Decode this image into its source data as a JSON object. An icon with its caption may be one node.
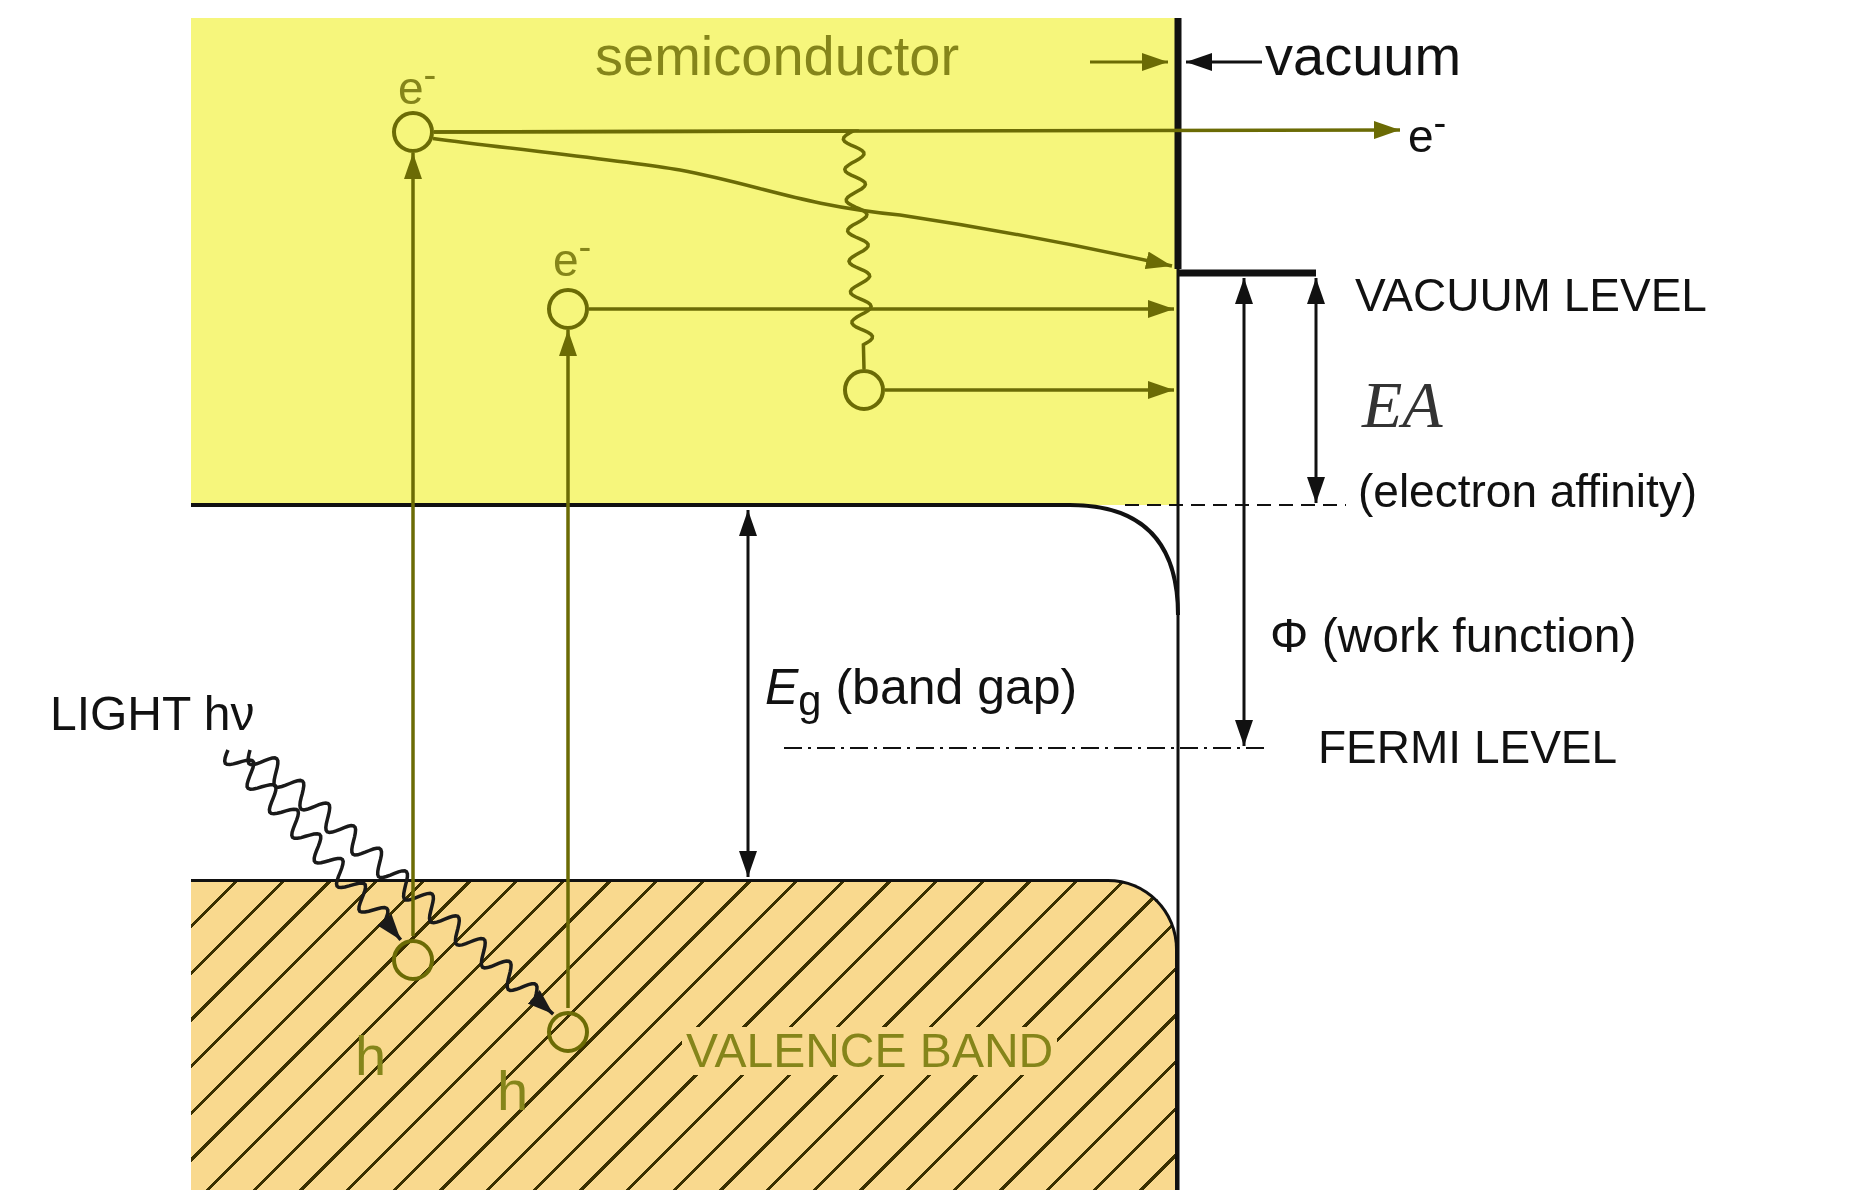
{
  "diagram": {
    "nodes": [
      {
        "text": [
          "LIGHT hν"
        ]
      },
      {
        "text": [],
        "shape": "circle",
        "beside": [
          "e$^{-}$"
        ]
      },
      {
        "text": [],
        "shape": "circle",
        "beside": [
          "e$^{-}$"
        ]
      },
      {
        "text": [],
        "shape": "circle"
      },
      {
        "text": [
          "VALENCE BAND"
        ]
      },
      {
        "text": [],
        "shape": "circle",
        "in": 4,
        "beside": [
          "h"
        ]
      },
      {
        "text": [],
        "shape": "circle",
        "in": 4,
        "beside": [
          "h"
        ]
      },
      {
        "text": [
          "e$^{-}$"
        ]
      }
    ],
    "edges": [
      {
        "from": 0,
        "to": 5,
        "arrow": "to",
        "color": "#1a1a1a"
      },
      {
        "from": 0,
        "to": 6,
        "arrow": "to",
        "color": "#1a1a1a"
      },
      {
        "from": 5,
        "to": 1,
        "arrow": "to"
      },
      {
        "from": 6,
        "to": 2,
        "arrow": "to"
      },
      {
        "from": 1,
        "to": 7,
        "arrow": "to"
      },
      {
        "from": 1,
        "to": null,
        "arrow": "to"
      },
      {
        "from": 2,
        "to": null,
        "arrow": "to"
      },
      {
        "from": 3,
        "to": null,
        "arrow": "to"
      },
      {
        "from": 1,
        "to": 3,
        "arrow": "none"
      }
    ],
    "labels": [
      "semiconductor",
      "vacuum",
      "VACUUM LEVEL",
      "EA",
      "(electron affinity)",
      "Φ (work function)",
      "*E*$_{g}$ (band gap)",
      "FERMI LEVEL"
    ]
  }
}
